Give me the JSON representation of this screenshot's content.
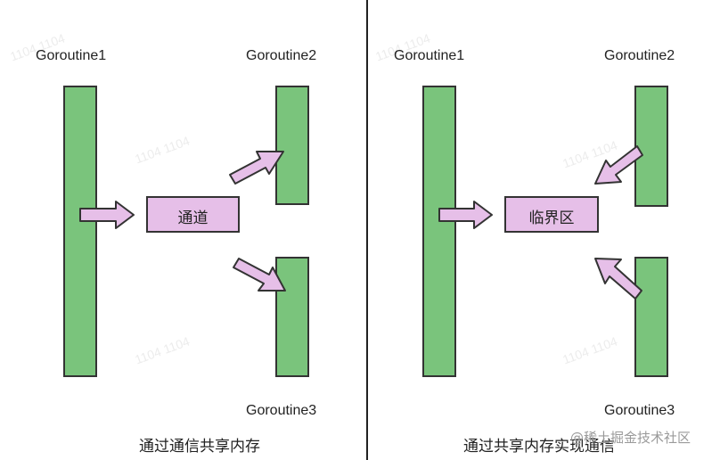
{
  "left": {
    "goroutine1": "Goroutine1",
    "goroutine2": "Goroutine2",
    "goroutine3": "Goroutine3",
    "box": "通道",
    "caption": "通过通信共享内存"
  },
  "right": {
    "goroutine1": "Goroutine1",
    "goroutine2": "Goroutine2",
    "goroutine3": "Goroutine3",
    "box": "临界区",
    "caption": "通过共享内存实现通信"
  },
  "watermark": "@稀土掘金技术社区",
  "colors": {
    "bar_fill": "#7ac47c",
    "box_fill": "#e6bfe8",
    "arrow_fill": "#e6bfe8",
    "stroke": "#333333",
    "divider": "#222222"
  }
}
